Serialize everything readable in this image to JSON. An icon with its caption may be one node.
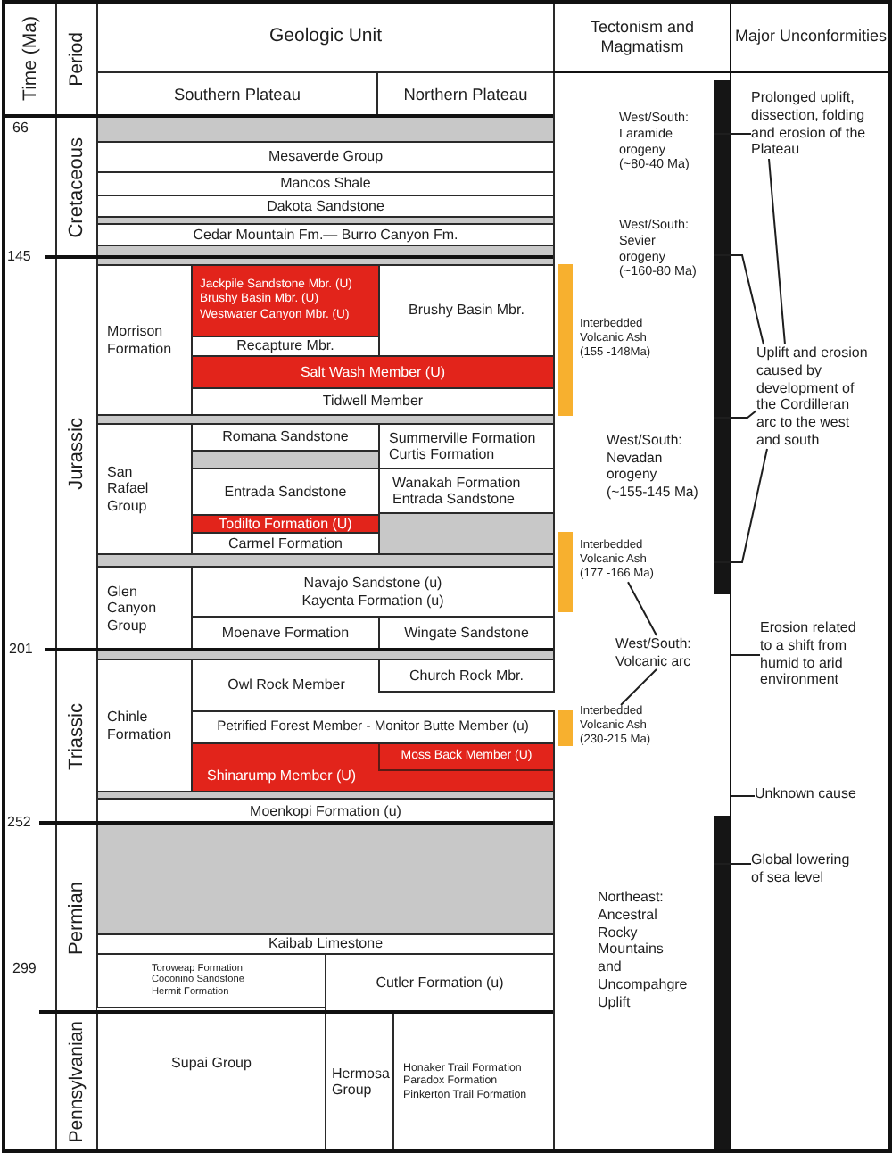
{
  "diagram": {
    "nodes": [
      {
        "text": [
          "Time (Ma)"
        ]
      },
      {
        "text": [
          "Period"
        ]
      },
      {
        "text": [
          "Geologic Unit"
        ]
      },
      {
        "text": [
          "Tectonism and Magmatism"
        ]
      },
      {
        "text": [
          "Major Unconformities"
        ]
      },
      {
        "text": [
          "Southern Plateau"
        ]
      },
      {
        "text": [
          "Northern Plateau"
        ]
      },
      {
        "text": [
          "Cretaceous"
        ]
      },
      {
        "text": [],
        "shape": "box"
      },
      {
        "text": [
          "Mesaverde Group"
        ]
      },
      {
        "text": [
          "Mancos Shale"
        ]
      },
      {
        "text": [
          "Dakota Sandstone"
        ]
      },
      {
        "text": [],
        "shape": "box"
      },
      {
        "text": [
          "Cedar Mountain Fm.— Burro Canyon Fm."
        ]
      },
      {
        "text": [],
        "shape": "box"
      },
      {
        "text": [
          "Jurassic"
        ]
      },
      {
        "text": [
          "Morrison Formation"
        ]
      },
      {
        "text": [
          "Jackpile Sandstone Mbr. (U)",
          "Brushy Basin Mbr. (U)",
          "Westwater Canyon Mbr. (U)"
        ]
      },
      {
        "text": [
          "Brushy Basin Mbr."
        ]
      },
      {
        "text": [
          "Recapture Mbr."
        ]
      },
      {
        "text": [
          "Salt Wash Member (U)"
        ]
      },
      {
        "text": [
          "Tidwell Member"
        ]
      },
      {
        "text": [],
        "shape": "box"
      },
      {
        "text": [
          "San Rafael Group"
        ]
      },
      {
        "text": [
          "Romana Sandstone"
        ]
      },
      {
        "text": [
          "Summerville Formation",
          "Curtis Formation"
        ]
      },
      {
        "text": [],
        "shape": "box"
      },
      {
        "text": [
          "Entrada Sandstone"
        ]
      },
      {
        "text": [
          "Wanakah Formation",
          "Entrada Sandstone"
        ]
      },
      {
        "text": [
          "Todilto Formation (U)"
        ]
      },
      {
        "text": [],
        "shape": "box"
      },
      {
        "text": [
          "Carmel Formation"
        ]
      },
      {
        "text": [],
        "shape": "box"
      },
      {
        "text": [
          "Glen Canyon Group"
        ]
      },
      {
        "text": [
          "Navajo Sandstone (u)",
          "Kayenta Formation (u)"
        ]
      },
      {
        "text": [
          "Moenave Formation"
        ]
      },
      {
        "text": [
          "Wingate Sandstone"
        ]
      },
      {
        "text": [],
        "shape": "box"
      },
      {
        "text": [
          "Triassic"
        ]
      },
      {
        "text": [
          "Chinle Formation"
        ]
      },
      {
        "text": [
          "Owl Rock Member"
        ]
      },
      {
        "text": [
          "Church Rock Mbr."
        ]
      },
      {
        "text": [
          "Petrified Forest Member - Monitor Butte Member (u)"
        ]
      },
      {
        "text": [
          "Shinarump Member (U)"
        ]
      },
      {
        "text": [
          "Moss Back Member (U)"
        ],
        "in": 43
      },
      {
        "text": [],
        "shape": "box"
      },
      {
        "text": [
          "Moenkopi Formation (u)"
        ]
      },
      {
        "text": [
          "Permian"
        ]
      },
      {
        "text": [],
        "shape": "box"
      },
      {
        "text": [
          "Kaibab Limestone"
        ]
      },
      {
        "text": [
          "Toroweap Formation",
          "Coconino Sandstone",
          "Hermit Formation"
        ]
      },
      {
        "text": [
          "Cutler Formation (u)"
        ]
      },
      {
        "text": [
          "Pennsylvanian"
        ]
      },
      {
        "text": [
          "Supai Group"
        ]
      },
      {
        "text": [
          "Hermosa Group"
        ]
      },
      {
        "text": [
          "Honaker Trail Formation",
          "Paradox Formation",
          "Pinkerton Trail Formation"
        ]
      },
      {
        "text": [],
        "shape": "bar"
      },
      {
        "text": [],
        "shape": "bar"
      },
      {
        "text": [],
        "shape": "bar"
      },
      {
        "text": [],
        "shape": "bar"
      },
      {
        "text": [],
        "shape": "bar"
      },
      {
        "text": [
          "Interbedded Volcanic Ash (177 -166 Ma)"
        ]
      },
      {
        "text": [
          "West/South: Volcanic arc"
        ]
      },
      {
        "text": [
          "Interbedded Volcanic Ash (230-215 Ma)"
        ]
      },
      {
        "text": [
          "Prolonged uplift, dissection, folding and erosion of the Plateau"
        ]
      },
      {
        "text": [
          "Uplift and erosion caused by development of the Cordilleran arc to the west and south"
        ]
      },
      {
        "text": [
          "Erosion related to a shift from humid to arid environment"
        ]
      },
      {
        "text": [
          "Unknown cause"
        ]
      },
      {
        "text": [
          "Global lowering of sea level"
        ]
      }
    ],
    "edges": [
      {
        "from": 61,
        "to": 62,
        "arrow": "none"
      },
      {
        "from": 62,
        "to": 63,
        "arrow": "none"
      },
      {
        "from": 64,
        "to": 65,
        "arrow": "none"
      },
      {
        "from": 65,
        "to": 56,
        "arrow": "none"
      },
      {
        "from": 65,
        "to": 56,
        "arrow": "none"
      },
      {
        "from": 65,
        "to": 56,
        "arrow": "none"
      },
      {
        "from": 64,
        "to": 56,
        "arrow": "none"
      },
      {
        "from": 66,
        "to": null,
        "arrow": "none"
      },
      {
        "from": 67,
        "to": null,
        "arrow": "none"
      },
      {
        "from": 68,
        "to": 57,
        "arrow": "none"
      }
    ],
    "labels": [
      "66",
      "145",
      "201",
      "252",
      "299",
      "West/South: Laramide orogeny (~80-40 Ma)",
      "West/South: Sevier orogeny (~160-80 Ma)",
      "Interbedded Volcanic Ash (155 -148Ma)",
      "West/South: Nevadan orogeny (~155-145 Ma)",
      "Northeast: Ancestral Rocky Mountains and Uncompahgre Uplift"
    ]
  }
}
